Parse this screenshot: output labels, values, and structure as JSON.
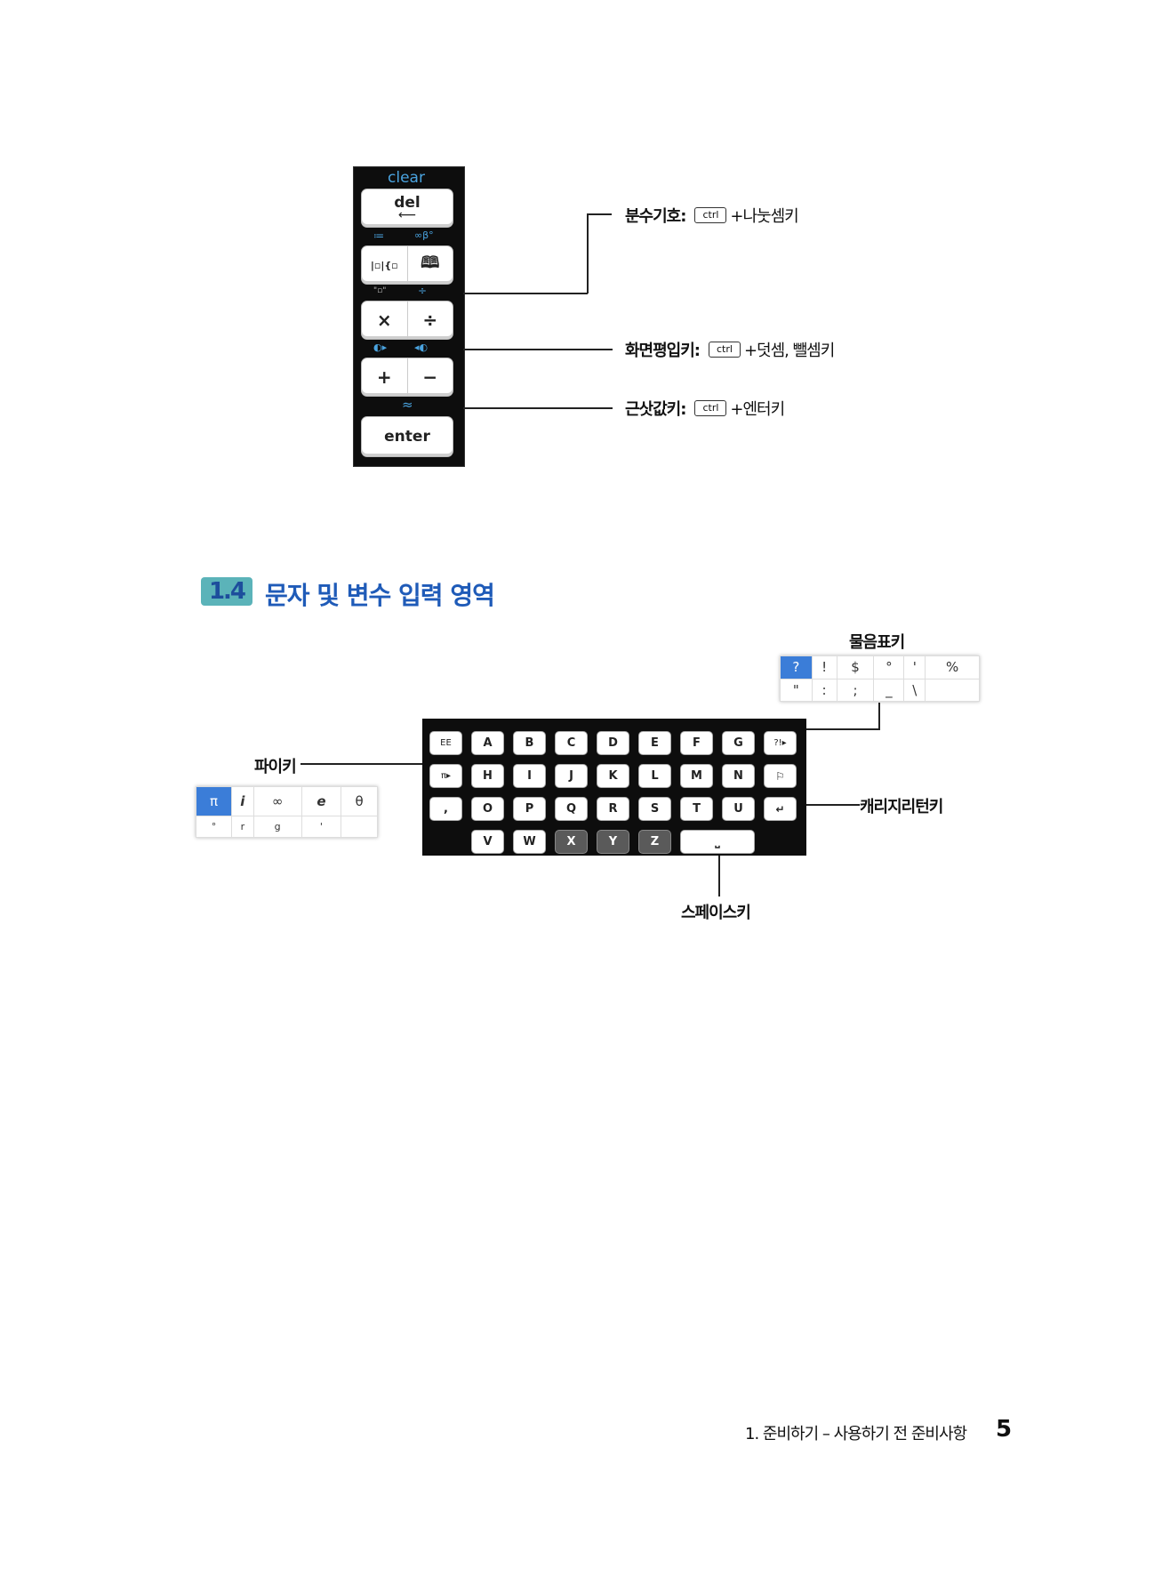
{
  "calc_panel": {
    "clear": "clear",
    "del": "del",
    "del_arrow": "⟵",
    "row2_labels": [
      "≔",
      "∞β°"
    ],
    "row2_keys": [
      "|▫|{▫",
      "🕮"
    ],
    "row3_labels": [
      "\"▫\"",
      "÷"
    ],
    "row3_keys": [
      "×",
      "÷"
    ],
    "row4_labels": [
      "◐▸",
      "◂◐"
    ],
    "row4_keys": [
      "+",
      "−"
    ],
    "approx": "≈",
    "enter": "enter"
  },
  "callouts": {
    "fraction": {
      "label": "분수기호:",
      "key": "ctrl",
      "rest": "+나눗셈키"
    },
    "screen_shift": {
      "label": "화면평입키:",
      "key": "ctrl",
      "rest": "+덧셈, 뺄셈키"
    },
    "approx": {
      "label": "근삿값키:",
      "key": "ctrl",
      "rest": "+엔터키"
    }
  },
  "section": {
    "number": "1.4",
    "title": "문자 및 변수 입력 영역"
  },
  "keyboard": {
    "row1": [
      "EE",
      "A",
      "B",
      "C",
      "D",
      "E",
      "F",
      "G",
      "?!▸"
    ],
    "row2": [
      "π▸",
      "H",
      "I",
      "J",
      "K",
      "L",
      "M",
      "N",
      "⚐"
    ],
    "row3": [
      ",",
      "O",
      "P",
      "Q",
      "R",
      "S",
      "T",
      "U",
      "↵"
    ],
    "row4": [
      "V",
      "W",
      "X",
      "Y",
      "Z",
      "⎵"
    ]
  },
  "labels": {
    "question": "물음표키",
    "pi": "파이키",
    "carriage": "캐리지리턴키",
    "space": "스페이스키"
  },
  "symbols_question": {
    "row1": [
      "?",
      "!",
      "$",
      "°",
      "'",
      "%"
    ],
    "row2": [
      "\"",
      ":",
      ";",
      "_",
      "\\",
      ""
    ]
  },
  "symbols_pi": {
    "row1": [
      "π",
      "i",
      "∞",
      "e",
      "θ"
    ],
    "row2": [
      "°",
      "r",
      "g",
      "'",
      ""
    ]
  },
  "footer": {
    "text": "1. 준비하기 – 사용하기 전 준비사항",
    "page": "5"
  }
}
